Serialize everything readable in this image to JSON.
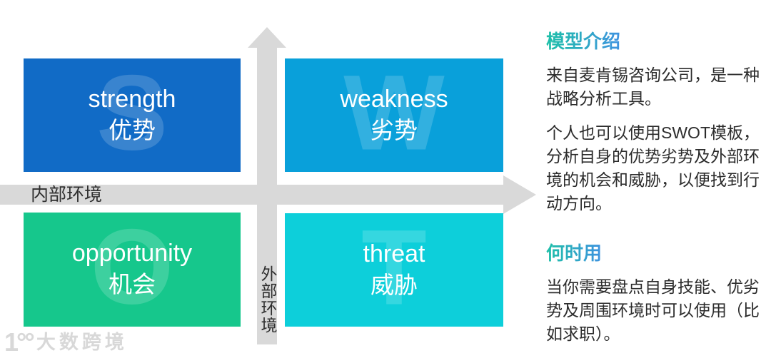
{
  "diagram": {
    "quadrants": [
      {
        "en": "strength",
        "zh": "优势",
        "letter": "S",
        "color": "#116bc6"
      },
      {
        "en": "weakness",
        "zh": "劣势",
        "letter": "W",
        "color": "#09a0da"
      },
      {
        "en": "opportunity",
        "zh": "机会",
        "letter": "O",
        "color": "#16c78c"
      },
      {
        "en": "threat",
        "zh": "威胁",
        "letter": "T",
        "color": "#0dcfda"
      }
    ],
    "axes": {
      "horizontal_label": "内部环境",
      "vertical_label": "外部环境",
      "arrow_color": "#d9d9d9"
    }
  },
  "panel": {
    "sections": [
      {
        "heading": "模型介绍",
        "paragraphs": [
          "来自麦肯锡咨询公司，是一种战略分析工具。",
          "个人也可以使用SWOT模板，分析自身的优势劣势及外部环境的机会和威胁，以便找到行动方向。"
        ]
      },
      {
        "heading": "何时用",
        "paragraphs": [
          "当你需要盘点自身技能、优劣势及周围环境时可以使用（比如求职）。"
        ]
      }
    ],
    "heading_gradient": [
      "#1ec0a8",
      "#3e92e0"
    ],
    "text_color": "#2c2c2c"
  },
  "watermark": {
    "logo_mark": "1°°",
    "logo_text": "大数跨境"
  }
}
